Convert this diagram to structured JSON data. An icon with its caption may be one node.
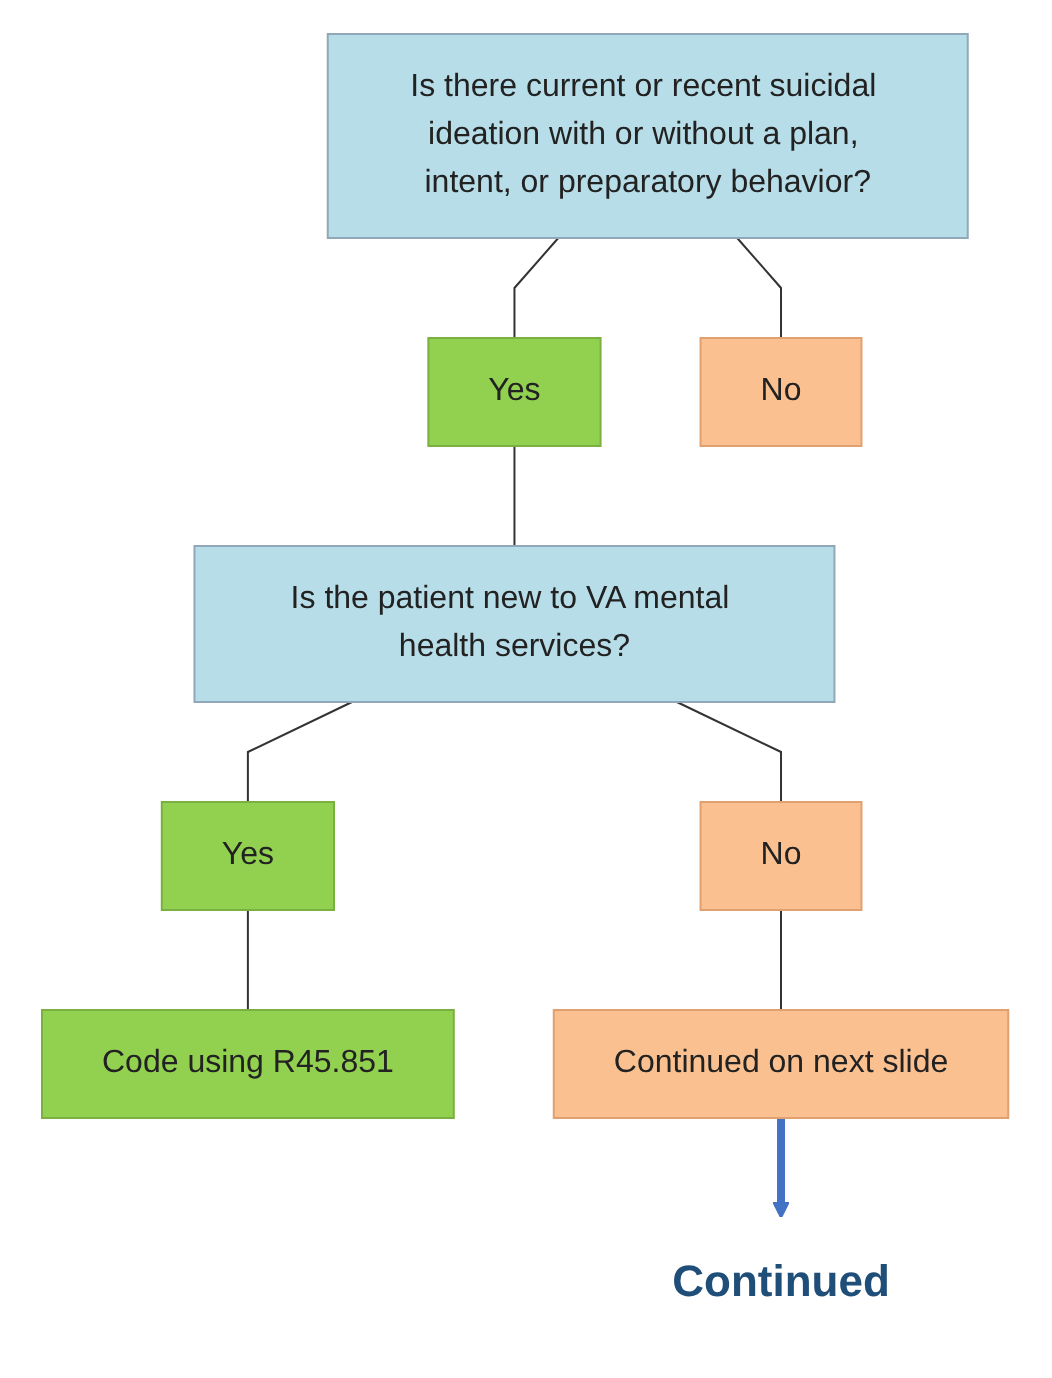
{
  "diagram": {
    "nodes": [
      {
        "text": [
          "Is there current or recent suicidal ideation with or without a plan, intent, or preparatory behavior?"
        ]
      },
      {
        "text": [
          "Yes"
        ]
      },
      {
        "text": [
          "No"
        ]
      },
      {
        "text": [
          "Is the patient new to VA mental health services?"
        ]
      },
      {
        "text": [
          "Yes"
        ]
      },
      {
        "text": [
          "No"
        ]
      },
      {
        "text": [
          "Code using R45.851"
        ]
      },
      {
        "text": [
          "Continued on next slide"
        ]
      },
      {
        "text": [
          "Continued"
        ]
      }
    ],
    "edges": [
      {
        "from": 0,
        "to": 1,
        "arrow": "none"
      },
      {
        "from": 0,
        "to": 2,
        "arrow": "none"
      },
      {
        "from": 1,
        "to": 3,
        "arrow": "none"
      },
      {
        "from": 3,
        "to": 4,
        "arrow": "none"
      },
      {
        "from": 3,
        "to": 5,
        "arrow": "none"
      },
      {
        "from": 4,
        "to": 6,
        "arrow": "none"
      },
      {
        "from": 5,
        "to": 7,
        "arrow": "none"
      },
      {
        "from": 7,
        "to": 8,
        "arrow": "to",
        "style": "thick",
        "color": "#4472c4"
      }
    ]
  }
}
